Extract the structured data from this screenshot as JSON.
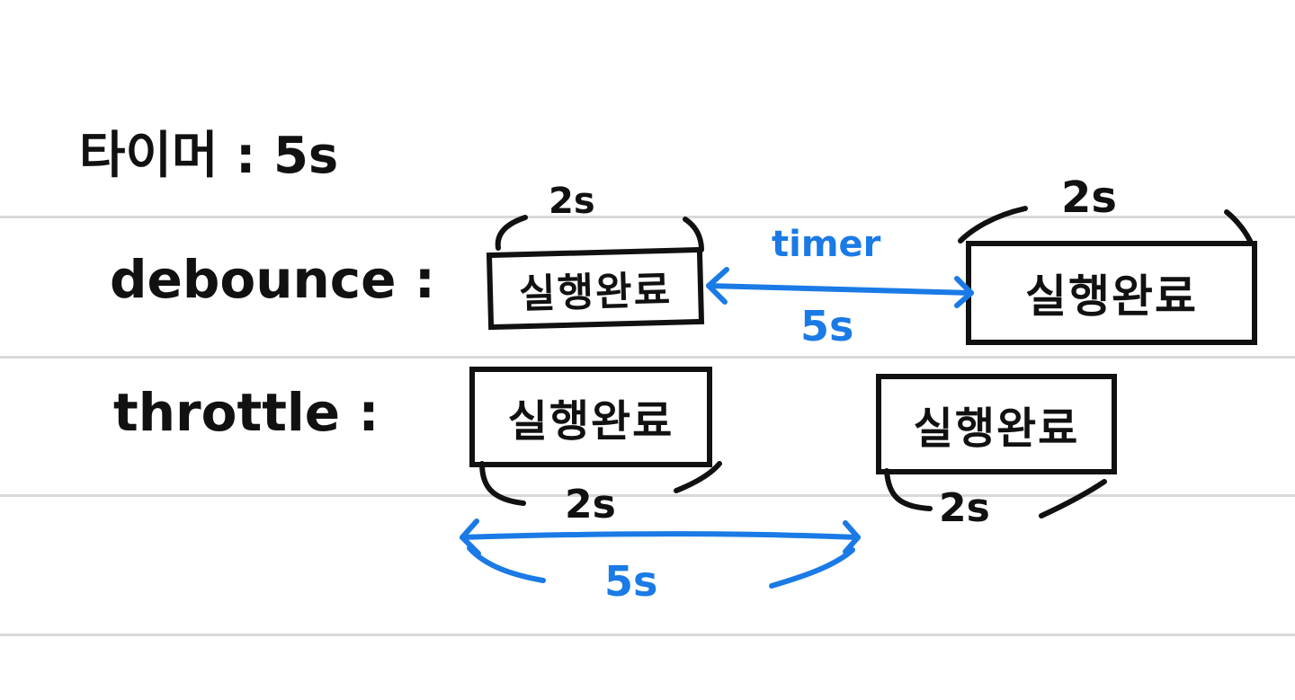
{
  "timer_label": "타이머 : 5s",
  "rows": {
    "debounce": {
      "label": "debounce :",
      "box1_text": "실행완료",
      "box2_text": "실행완료",
      "duration1": "2s",
      "duration2": "2s",
      "timer_text": "timer",
      "gap_text": "5s"
    },
    "throttle": {
      "label": "throttle :",
      "box1_text": "실행완료",
      "box2_text": "실행완료",
      "duration1": "2s",
      "duration2": "2s",
      "gap_text": "5s"
    }
  },
  "colors": {
    "ink": "#111111",
    "accent": "#1a7ae6",
    "rule": "#d9d9d9"
  }
}
